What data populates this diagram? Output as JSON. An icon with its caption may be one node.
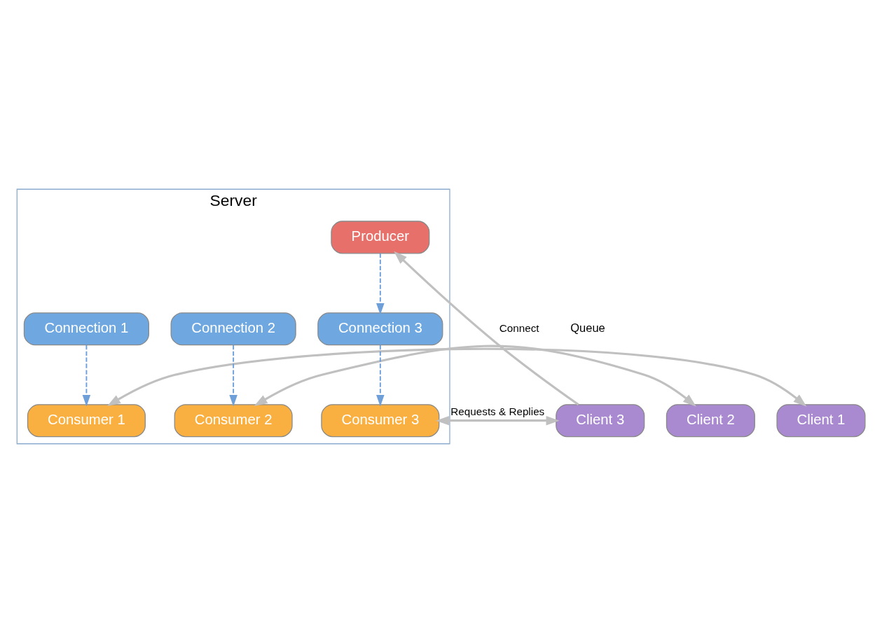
{
  "diagram": {
    "nodes": [
      {
        "text": [
          "Server"
        ]
      },
      {
        "text": [
          "Producer"
        ],
        "in": 0
      },
      {
        "text": [
          "Connection 3"
        ],
        "in": 0
      },
      {
        "text": [
          "Connection 2"
        ],
        "in": 0
      },
      {
        "text": [
          "Connection 1"
        ],
        "in": 0
      },
      {
        "text": [
          "Consumer 3"
        ],
        "in": 0
      },
      {
        "text": [
          "Consumer 2"
        ],
        "in": 0
      },
      {
        "text": [
          "Consumer 1"
        ],
        "in": 0
      },
      {
        "text": [
          "Client 3"
        ]
      },
      {
        "text": [
          "Client 2"
        ]
      },
      {
        "text": [
          "Client 1"
        ]
      }
    ],
    "edges": [
      {
        "from": 8,
        "to": 1,
        "arrow": "to",
        "label": "Connect"
      },
      {
        "from": 1,
        "to": 2,
        "arrow": "to",
        "style": "dashed",
        "color": "#6f9fd8"
      },
      {
        "from": 2,
        "to": 5,
        "arrow": "to",
        "style": "dashed",
        "color": "#6f9fd8"
      },
      {
        "from": 3,
        "to": 6,
        "arrow": "to",
        "style": "dashed",
        "color": "#6f9fd8"
      },
      {
        "from": 4,
        "to": 7,
        "arrow": "to",
        "style": "dashed",
        "color": "#6f9fd8"
      },
      {
        "from": 8,
        "to": 5,
        "arrow": "both",
        "label": "Requests & Replies"
      },
      {
        "from": 9,
        "to": 6,
        "arrow": "both"
      },
      {
        "from": 10,
        "to": 7,
        "arrow": "both"
      }
    ],
    "labels": [
      "Queue"
    ]
  }
}
